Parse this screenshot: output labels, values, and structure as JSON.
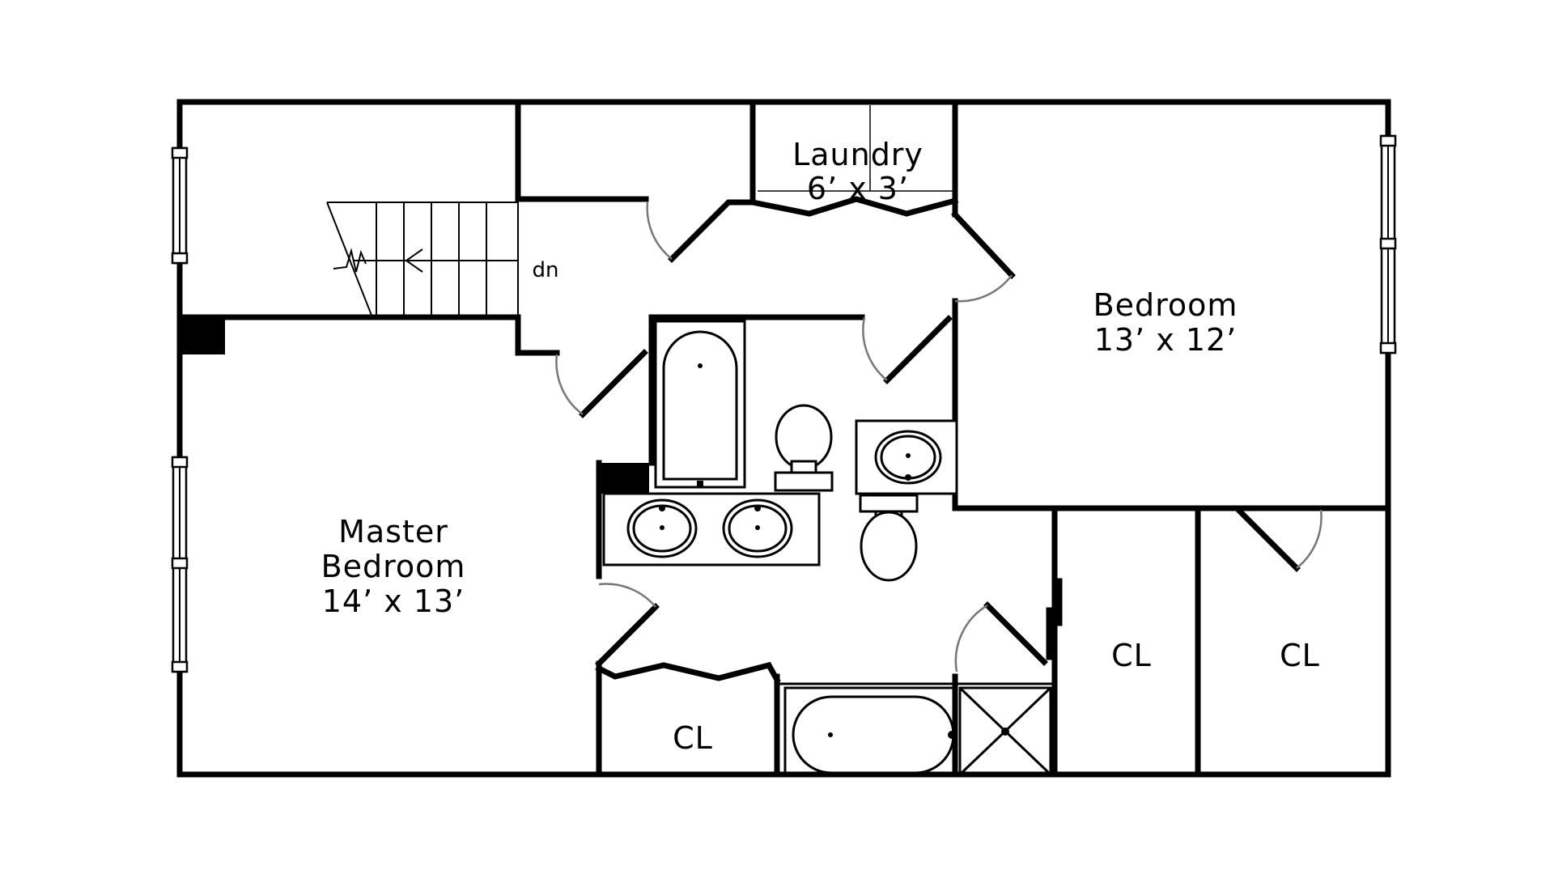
{
  "rooms": {
    "master_bedroom": {
      "line1": "Master",
      "line2": "Bedroom",
      "dims": "14’ x 13’"
    },
    "bedroom": {
      "name": "Bedroom",
      "dims": "13’ x 12’"
    },
    "laundry": {
      "name": "Laundry",
      "dims": "6’ x 3’"
    },
    "closet_bath": {
      "name": "CL"
    },
    "closet_mid": {
      "name": "CL"
    },
    "closet_right": {
      "name": "CL"
    }
  },
  "stairs": {
    "label": "dn"
  },
  "colors": {
    "wall": "#000000",
    "door_swing": "#777777",
    "background": "#ffffff"
  }
}
